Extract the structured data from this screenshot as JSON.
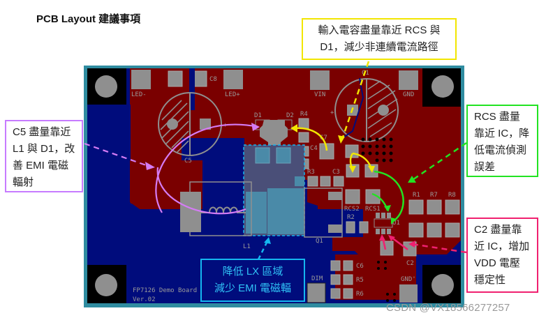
{
  "title": "PCB Layout 建議事項",
  "board": {
    "name": "FP7126 Demo Board",
    "version": "Ver.02",
    "colors": {
      "frame": "#2f8ca0",
      "top_copper": "#7a0000",
      "bottom_copper": "#000c7c",
      "pad": "#8f8f8f",
      "keepout": "#000000",
      "lx_region": "#4a4f78"
    },
    "silkscreen_labels": [
      "LED-",
      "C8",
      "LED+",
      "VIN",
      "C1",
      "GND",
      "D1",
      "D2",
      "R4",
      "C7",
      "C4",
      "R3",
      "C3",
      "C5",
      "L1",
      "Q1",
      "RCS2",
      "RCS1",
      "R2",
      "U1",
      "R1",
      "R7",
      "R8",
      "C2",
      "C6",
      "R5",
      "R6",
      "DIM",
      "GND'"
    ]
  },
  "callouts": {
    "input_cap": {
      "lines": [
        "輸入電容盡量靠近 RCS 與",
        "D1，減少非連續電流路徑"
      ],
      "color": "#f2e600"
    },
    "c5": {
      "lines": [
        "C5 盡量靠近",
        "L1 與 D1，改",
        "善 EMI 電磁",
        "輻射"
      ],
      "color": "#c77bff"
    },
    "rcs": {
      "lines": [
        "RCS 盡量",
        "靠近 IC，降",
        "低電流偵測",
        "誤差"
      ],
      "color": "#22e322"
    },
    "c2": {
      "lines": [
        "C2 盡量靠",
        "近 IC，增加",
        "VDD 電壓",
        "穩定性"
      ],
      "color": "#f0206f"
    },
    "lx": {
      "lines": [
        "降低 LX 區域",
        "減少 EMI 電磁輻"
      ],
      "color": "#15b6ef"
    }
  },
  "watermark": "CSDN @VX18566277257"
}
